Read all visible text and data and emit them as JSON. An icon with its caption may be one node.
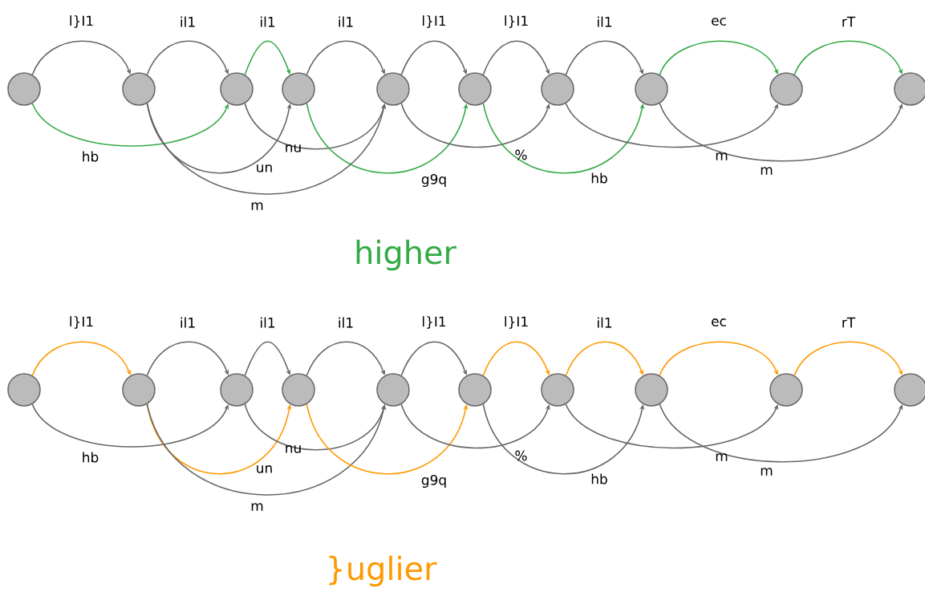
{
  "diagram": {
    "nodes": [
      {
        "text": [],
        "shape": "circle"
      },
      {
        "text": [],
        "shape": "circle"
      },
      {
        "text": [],
        "shape": "circle"
      },
      {
        "text": [],
        "shape": "circle"
      },
      {
        "text": [],
        "shape": "circle"
      },
      {
        "text": [],
        "shape": "circle"
      },
      {
        "text": [],
        "shape": "circle"
      },
      {
        "text": [],
        "shape": "circle"
      },
      {
        "text": [],
        "shape": "circle"
      },
      {
        "text": [],
        "shape": "circle"
      },
      {
        "text": [],
        "shape": "circle"
      },
      {
        "text": [],
        "shape": "circle"
      },
      {
        "text": [],
        "shape": "circle"
      },
      {
        "text": [],
        "shape": "circle"
      },
      {
        "text": [],
        "shape": "circle"
      },
      {
        "text": [],
        "shape": "circle"
      },
      {
        "text": [],
        "shape": "circle"
      },
      {
        "text": [],
        "shape": "circle"
      },
      {
        "text": [],
        "shape": "circle"
      },
      {
        "text": [],
        "shape": "circle"
      }
    ],
    "edges": [
      {
        "from": 0,
        "to": 1,
        "arrow": "to",
        "label": "l}I1"
      },
      {
        "from": 1,
        "to": 2,
        "arrow": "to",
        "label": "il1"
      },
      {
        "from": 2,
        "to": 3,
        "arrow": "to",
        "label": "il1",
        "color": "#33aa44"
      },
      {
        "from": 3,
        "to": 4,
        "arrow": "to",
        "label": "il1"
      },
      {
        "from": 4,
        "to": 5,
        "arrow": "to",
        "label": "l}I1"
      },
      {
        "from": 5,
        "to": 6,
        "arrow": "to",
        "label": "l}I1"
      },
      {
        "from": 6,
        "to": 7,
        "arrow": "to",
        "label": "il1"
      },
      {
        "from": 7,
        "to": 8,
        "arrow": "to",
        "label": "ec",
        "color": "#33aa44"
      },
      {
        "from": 8,
        "to": 9,
        "arrow": "to",
        "label": "rT",
        "color": "#33aa44"
      },
      {
        "from": 0,
        "to": 2,
        "arrow": "to",
        "label": "hb",
        "color": "#33aa44"
      },
      {
        "from": 1,
        "to": 3,
        "arrow": "to",
        "label": "un"
      },
      {
        "from": 1,
        "to": 4,
        "arrow": "to",
        "label": "m"
      },
      {
        "from": 2,
        "to": 4,
        "arrow": "to",
        "label": "nu"
      },
      {
        "from": 3,
        "to": 5,
        "arrow": "to",
        "label": "g9q",
        "color": "#33aa44"
      },
      {
        "from": 4,
        "to": 6,
        "arrow": "to",
        "label": "%"
      },
      {
        "from": 5,
        "to": 7,
        "arrow": "to",
        "label": "hb",
        "color": "#33aa44"
      },
      {
        "from": 6,
        "to": 8,
        "arrow": "to",
        "label": "m"
      },
      {
        "from": 7,
        "to": 9,
        "arrow": "to",
        "label": "m"
      },
      {
        "from": 10,
        "to": 11,
        "arrow": "to",
        "label": "l}I1",
        "color": "#ff9900"
      },
      {
        "from": 11,
        "to": 12,
        "arrow": "to",
        "label": "il1"
      },
      {
        "from": 12,
        "to": 13,
        "arrow": "to",
        "label": "il1"
      },
      {
        "from": 13,
        "to": 14,
        "arrow": "to",
        "label": "il1"
      },
      {
        "from": 14,
        "to": 15,
        "arrow": "to",
        "label": "l}I1"
      },
      {
        "from": 15,
        "to": 16,
        "arrow": "to",
        "label": "l}I1",
        "color": "#ff9900"
      },
      {
        "from": 16,
        "to": 17,
        "arrow": "to",
        "label": "il1",
        "color": "#ff9900"
      },
      {
        "from": 17,
        "to": 18,
        "arrow": "to",
        "label": "ec",
        "color": "#ff9900"
      },
      {
        "from": 18,
        "to": 19,
        "arrow": "to",
        "label": "rT",
        "color": "#ff9900"
      },
      {
        "from": 10,
        "to": 12,
        "arrow": "to",
        "label": "hb"
      },
      {
        "from": 11,
        "to": 13,
        "arrow": "to",
        "label": "un",
        "color": "#ff9900"
      },
      {
        "from": 11,
        "to": 14,
        "arrow": "to",
        "label": "m"
      },
      {
        "from": 12,
        "to": 14,
        "arrow": "to",
        "label": "nu"
      },
      {
        "from": 13,
        "to": 15,
        "arrow": "to",
        "label": "g9q",
        "color": "#ff9900"
      },
      {
        "from": 14,
        "to": 16,
        "arrow": "to",
        "label": "%"
      },
      {
        "from": 15,
        "to": 17,
        "arrow": "to",
        "label": "hb"
      },
      {
        "from": 16,
        "to": 18,
        "arrow": "to",
        "label": "m"
      },
      {
        "from": 17,
        "to": 19,
        "arrow": "to",
        "label": "m"
      }
    ],
    "labels": [
      "higher",
      "}uglier"
    ]
  }
}
